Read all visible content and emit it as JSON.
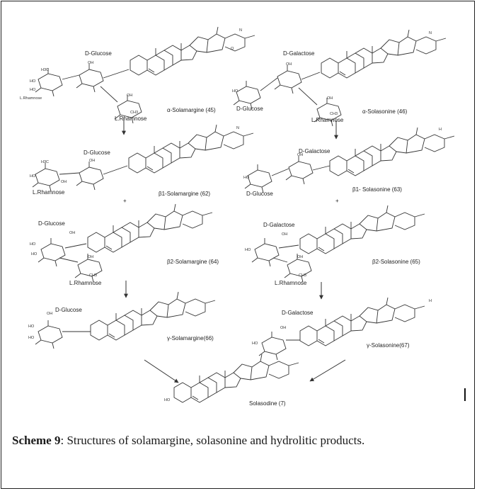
{
  "figure": {
    "label": "Scheme 9",
    "caption": ": Structures of solamargine, solasonine and hydrolitic products.",
    "row1": {
      "left": {
        "sugar_top": "D-Glucose",
        "sugar_left": "L.Rhamnose",
        "sugar_bottom": "L.Rhamnose",
        "compound": "α-Solamargine (45)"
      },
      "right": {
        "sugar_top": "D-Galactose",
        "sugar_left": "D-Glucose",
        "sugar_bottom": "L.Rhamnose",
        "compound": "α-Solasonine (46)"
      }
    },
    "row2": {
      "left": {
        "sugar_top": "D-Glucose",
        "sugar_left": "L.Rhamnose",
        "compound": "β1-Solamargine (62)"
      },
      "right": {
        "sugar_top": "D-Galactose",
        "sugar_left": "D-Glucose",
        "compound": "β1- Solasonine (63)"
      }
    },
    "row3": {
      "left": {
        "sugar_top": "D-Glucose",
        "sugar_bottom": "L.Rhamnose",
        "compound": "β2-Solamargine (64)"
      },
      "right": {
        "sugar_top": "D-Galactose",
        "sugar_bottom": "L.Rhamnose",
        "compound": "β2-Solasonine (65)"
      }
    },
    "row4": {
      "left": {
        "sugar_top": "D-Glucose",
        "compound": "γ-Solamargine(66)"
      },
      "right": {
        "sugar_top": "D-Galactose",
        "compound": "γ-Solasonine(67)"
      }
    },
    "final": {
      "compound": "Solasodine (7)",
      "ho": "HO"
    },
    "atoms": {
      "oh": "OH",
      "ho": "HO",
      "o": "O",
      "n": "N",
      "h": "H",
      "ch3": "CH3",
      "h3c": "H3C"
    }
  }
}
